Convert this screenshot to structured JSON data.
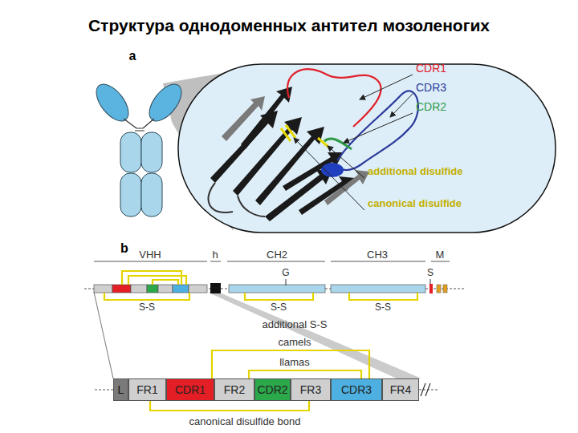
{
  "diagram": {
    "title": "Структура однодоменных антител мозоленогих",
    "nodes": [
      {
        "text": [
          "L"
        ]
      },
      {
        "text": [
          "FR1"
        ]
      },
      {
        "text": [
          "CDR1"
        ]
      },
      {
        "text": [
          "FR2"
        ]
      },
      {
        "text": [
          "CDR2"
        ]
      },
      {
        "text": [
          "FR3"
        ]
      },
      {
        "text": [
          "CDR3"
        ]
      },
      {
        "text": [
          "FR4"
        ]
      }
    ],
    "labels": [
      "a",
      "CDR1",
      "CDR3",
      "CDR2",
      "additional disulfide",
      "canonical disulfide",
      "b",
      "VHH",
      "h",
      "CH2",
      "CH3",
      "M",
      "G",
      "S",
      "S-S",
      "S-S",
      "S-S",
      "additional S-S",
      "camels",
      "llamas",
      "canonical disulfide bond"
    ]
  }
}
